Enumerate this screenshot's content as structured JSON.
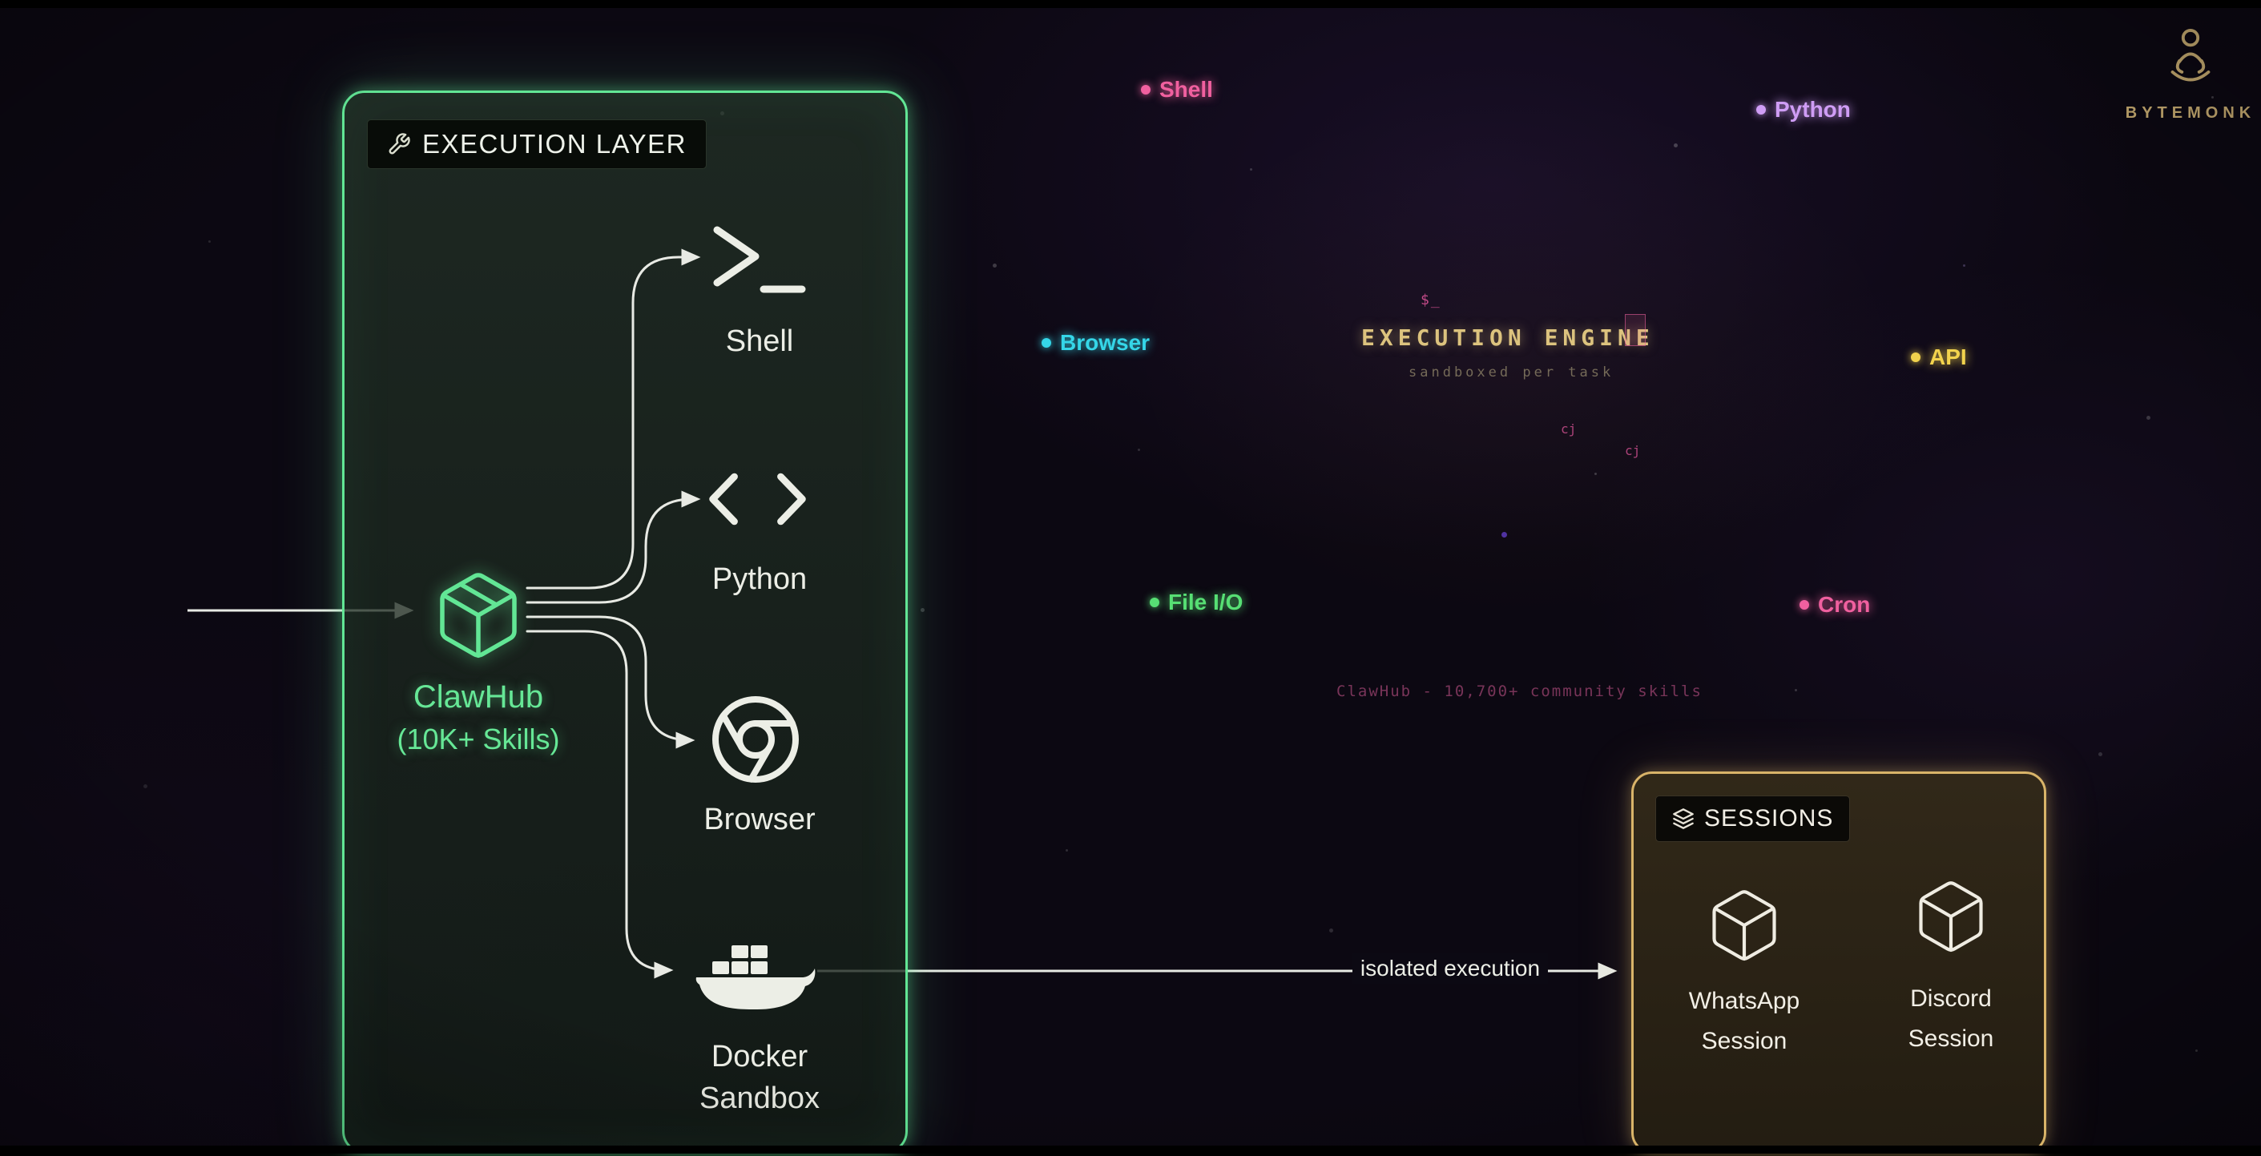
{
  "brand": {
    "name": "BYTEMONK"
  },
  "execution_layer": {
    "header": {
      "label": "EXECUTION LAYER"
    },
    "hub": {
      "name": "ClawHub",
      "subtitle": "(10K+ Skills)"
    },
    "targets": [
      {
        "id": "shell",
        "label": "Shell"
      },
      {
        "id": "python",
        "label": "Python"
      },
      {
        "id": "browser",
        "label": "Browser"
      },
      {
        "id": "docker",
        "label_line1": "Docker",
        "label_line2": "Sandbox"
      }
    ],
    "accent_color": "#62e695"
  },
  "floating_nodes": [
    {
      "label": "Shell",
      "color": "#f0609f"
    },
    {
      "label": "Python",
      "color": "#cf9df5"
    },
    {
      "label": "Browser",
      "color": "#35d6e8"
    },
    {
      "label": "API",
      "color": "#f2d34d"
    },
    {
      "label": "File I/O",
      "color": "#57df74"
    },
    {
      "label": "Cron",
      "color": "#f0609f"
    }
  ],
  "engine": {
    "prompt": "$_",
    "title": "EXECUTION ENGINE",
    "subtitle": "sandboxed per task",
    "fragment_1": "cj",
    "fragment_2": "cj",
    "skills_note": "ClawHub - 10,700+ community skills",
    "title_color": "#dcc37e"
  },
  "connection": {
    "label": "isolated execution"
  },
  "sessions": {
    "header": {
      "label": "SESSIONS"
    },
    "items": [
      {
        "label_line1": "WhatsApp",
        "label_line2": "Session"
      },
      {
        "label_line1": "Discord",
        "label_line2": "Session"
      }
    ],
    "accent_color": "#d9b469"
  }
}
